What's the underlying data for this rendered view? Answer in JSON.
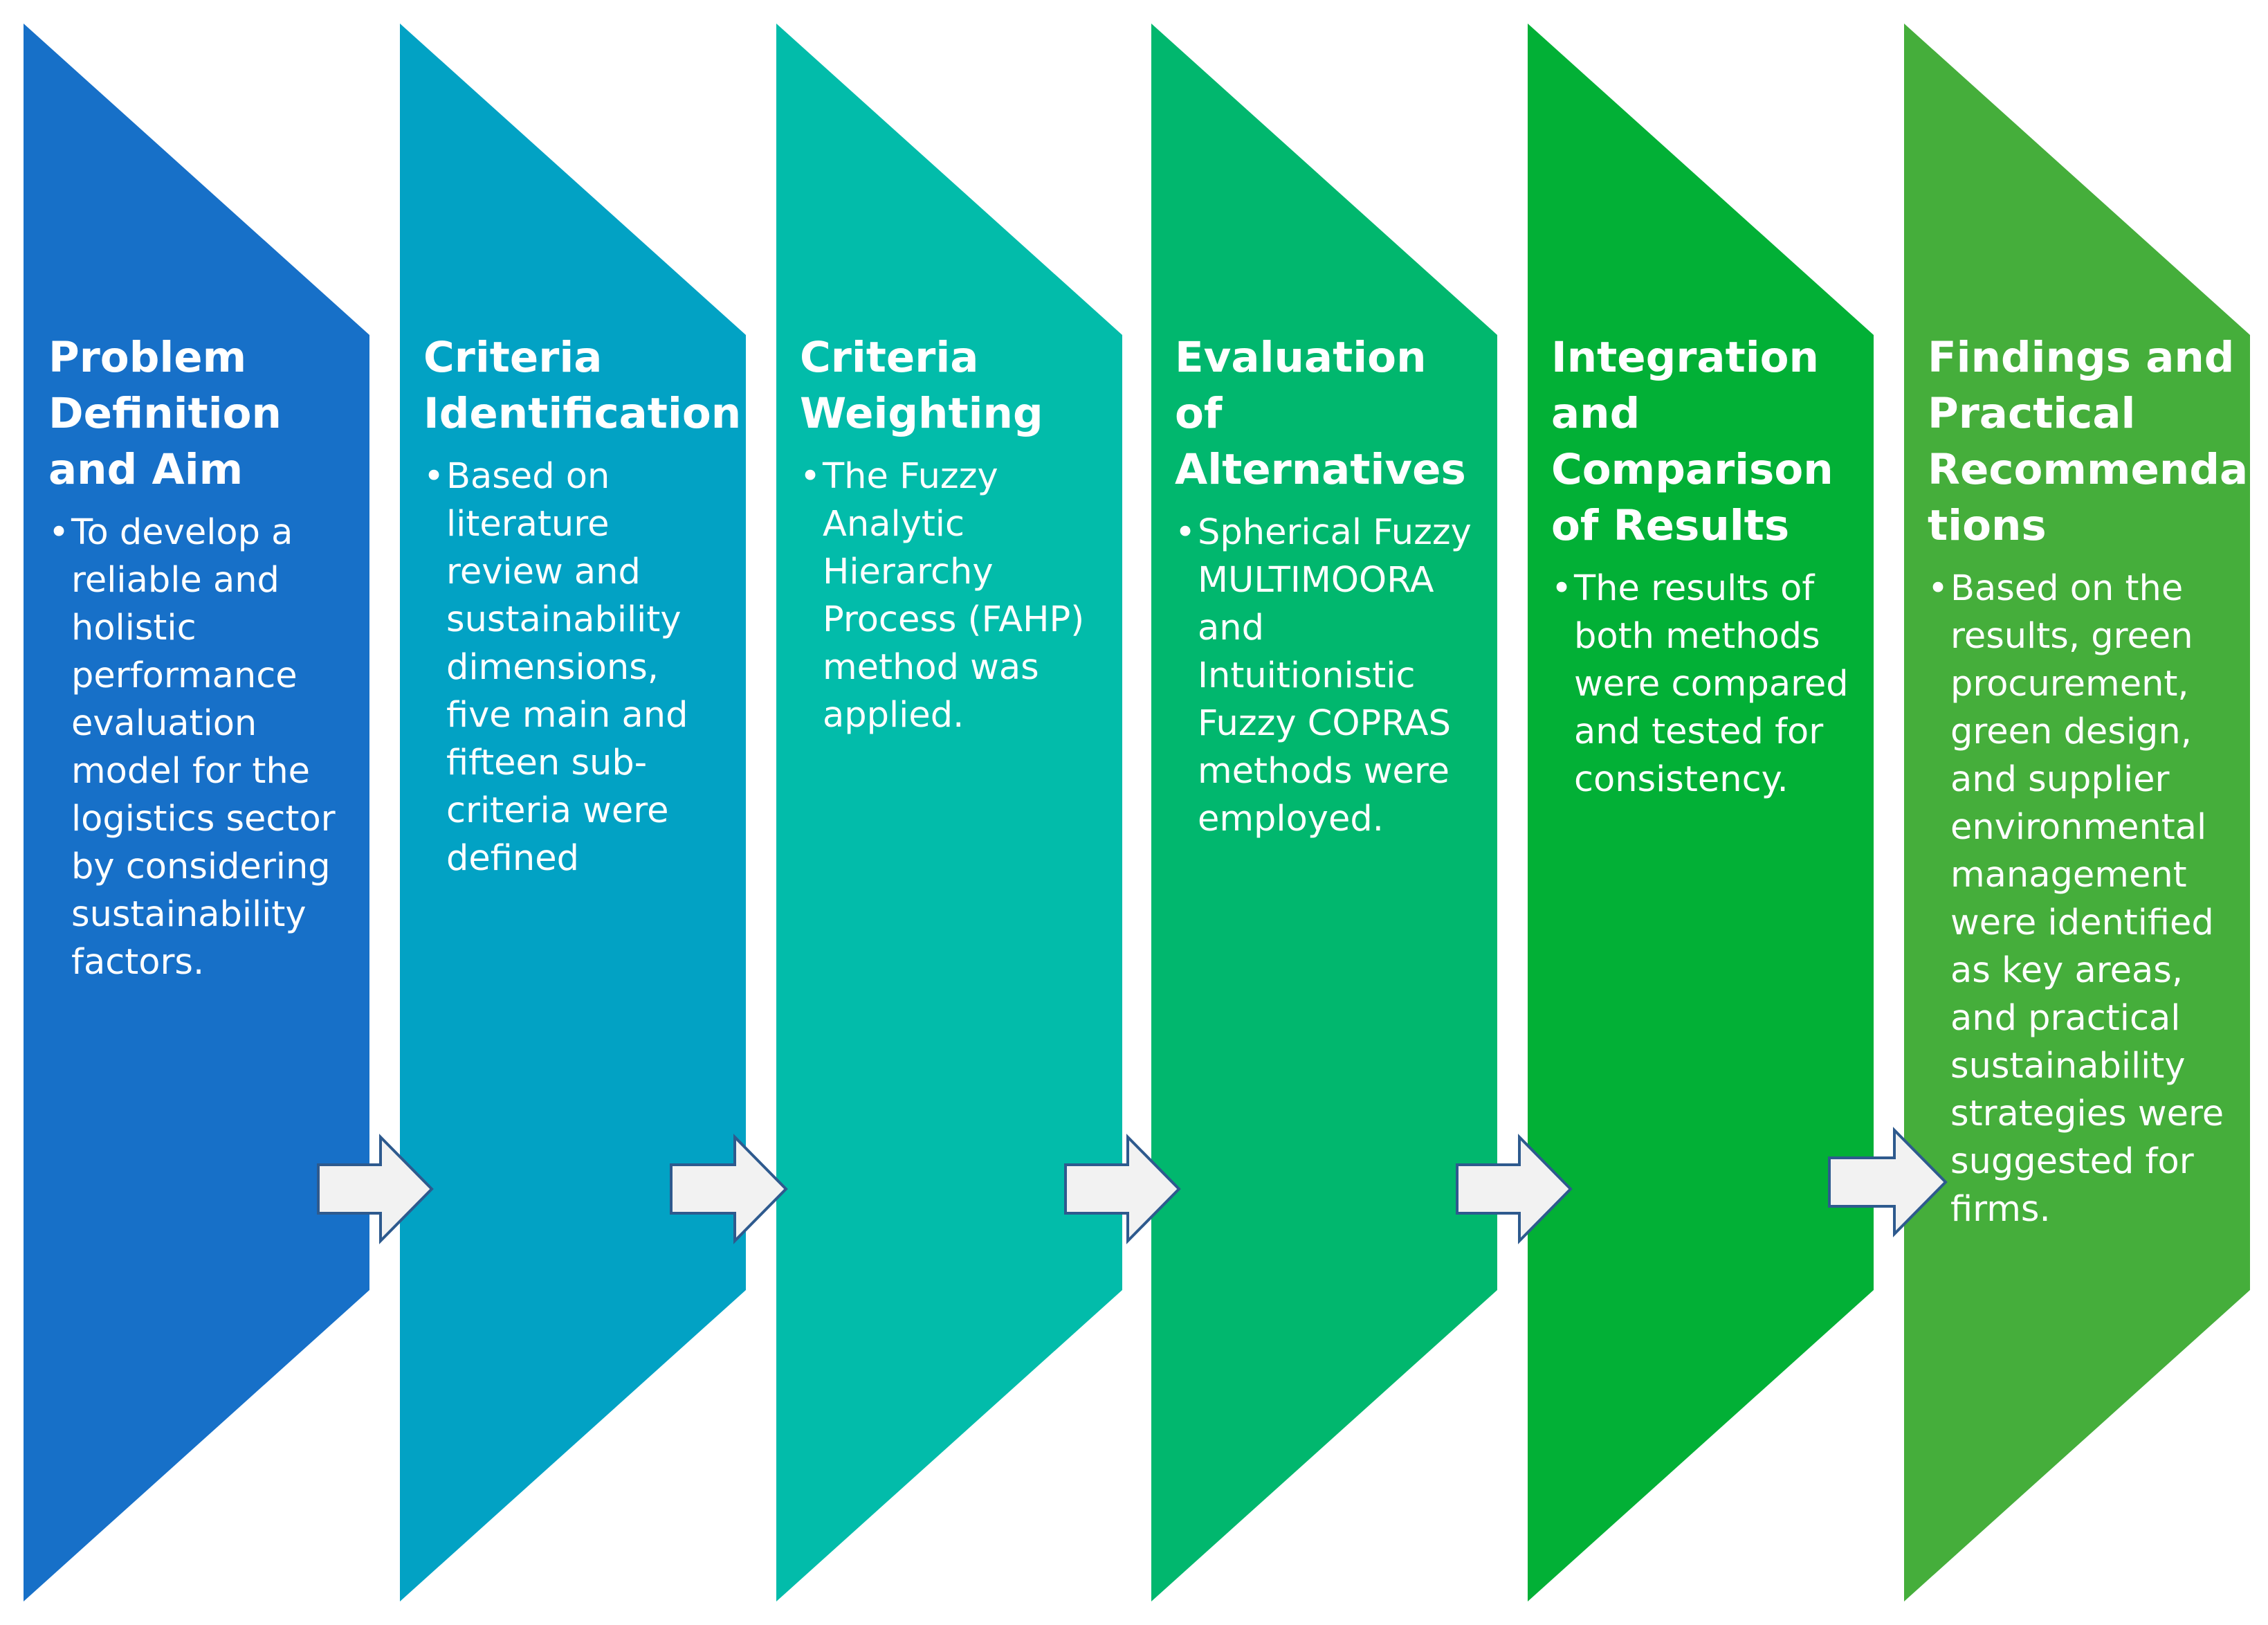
{
  "diagram": {
    "stages": [
      {
        "id": "problem-definition",
        "title": "Problem\nDefinition\nand Aim",
        "bullet": "To develop a reliable and holistic performance evaluation model for the logistics sector by considering sustainability factors.",
        "color": "#1770C8"
      },
      {
        "id": "criteria-identification",
        "title": "Criteria\nIdentification",
        "bullet": "Based on literature review and sustainability dimensions, five main and fifteen sub-criteria were defined",
        "color": "#02A2C4"
      },
      {
        "id": "criteria-weighting",
        "title": "Criteria\nWeighting",
        "bullet": "The Fuzzy Analytic Hierarchy Process (FAHP) method was applied.",
        "color": "#02BCAA"
      },
      {
        "id": "evaluation-of-alternatives",
        "title": "Evaluation of\nAlternatives",
        "bullet": "Spherical Fuzzy MULTIMOORA and Intuitionistic Fuzzy COPRAS methods were employed.",
        "color": "#01B76E"
      },
      {
        "id": "integration-comparison",
        "title": "Integration\nand\nComparison\nof Results",
        "bullet": "The results of both methods were compared and tested for consistency.",
        "color": "#02B036"
      },
      {
        "id": "findings-recommendations",
        "title": "Findings and\nPractical\nRecommenda\ntions",
        "bullet": "Based on the results, green procurement, green design, and supplier environmental management were identified as key areas, and practical sustainability strategies were suggested for firms.",
        "color": "#45AE3B"
      }
    ],
    "bullet_symbol": "•",
    "arrow_fill": "#F2F2F2",
    "arrow_stroke": "#2E5A8E"
  }
}
